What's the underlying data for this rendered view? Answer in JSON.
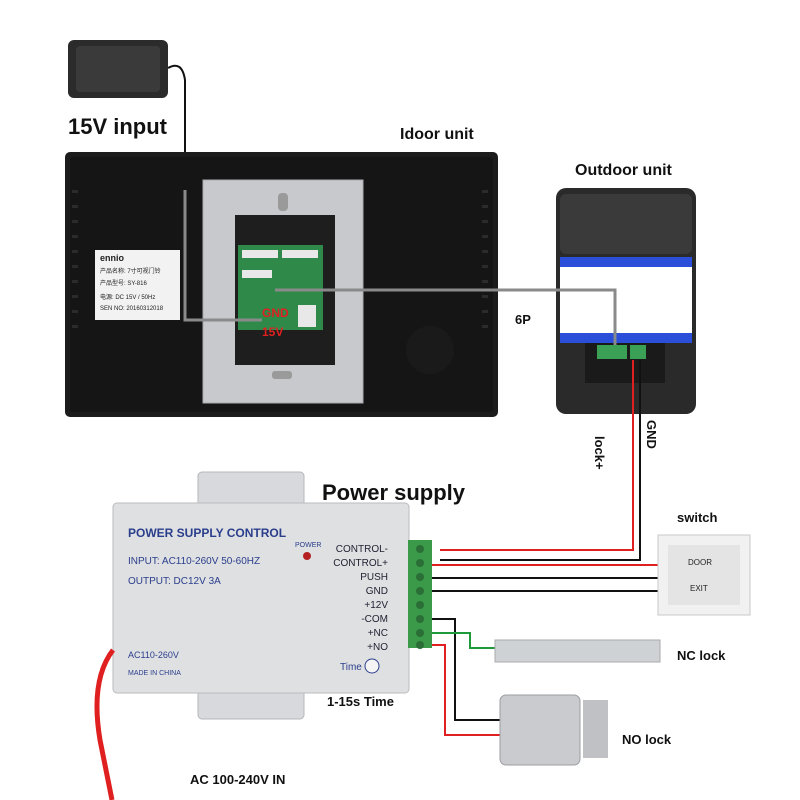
{
  "labels": {
    "input_15v": "15V input",
    "indoor_unit": "Idoor unit",
    "outdoor_unit": "Outdoor unit",
    "six_p": "6P",
    "gnd_red": "GND",
    "v15_red": "15V",
    "lock_plus": "lock+",
    "gnd_vertical": "GND",
    "power_supply": "Power supply",
    "switch": "switch",
    "nc_lock": "NC lock",
    "no_lock": "NO lock",
    "time_1_15": "1-15s Time",
    "ac_in": "AC 100-240V IN"
  },
  "indoor_label_card": {
    "brand": "ennio",
    "line1": "产品名称: 7寸可视门铃",
    "line2": "产品型号: SY-816",
    "line3": "电源: DC 15V / 50Hz",
    "line4": "SEN NO: 20160312018"
  },
  "psu": {
    "title": "POWER SUPPLY CONTROL",
    "input": "INPUT: AC110-260V 50-60HZ",
    "output": "OUTPUT: DC12V 3A",
    "power_led": "POWER",
    "ac_label": "AC110-260V",
    "made_in": "MADE IN CHINA",
    "time_label": "Time",
    "terminals": [
      "CONTROL-",
      "CONTROL+",
      "PUSH",
      "GND",
      "+12V",
      "-COM",
      "+NC",
      "+NO"
    ]
  },
  "switch_panel": {
    "door": "DOOR",
    "exit": "EXIT"
  },
  "colors": {
    "wire_red": "#e02020",
    "wire_black": "#111111",
    "wire_gray": "#8a8a8a",
    "wire_green": "#1f9a3a",
    "psu_blue": "#2a3e8c",
    "terminal_green": "#3a9a4a"
  }
}
